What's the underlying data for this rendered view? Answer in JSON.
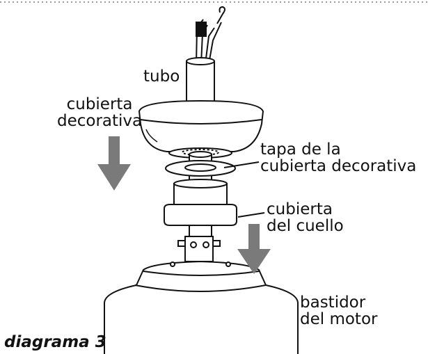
{
  "labels": {
    "tubo": "tubo",
    "cubierta_decorativa": [
      "cubierta",
      "decorativa"
    ],
    "tapa": [
      "tapa de la",
      "cubierta decorativa"
    ],
    "cubierta_cuello": [
      "cubierta",
      "del cuello"
    ],
    "bastidor": [
      "bastidor",
      "del motor"
    ]
  },
  "caption": "diagrama 3",
  "colors": {
    "line": "#111111",
    "arrow": "#7a7a7a",
    "dotted_border": "#9a9a9a"
  }
}
